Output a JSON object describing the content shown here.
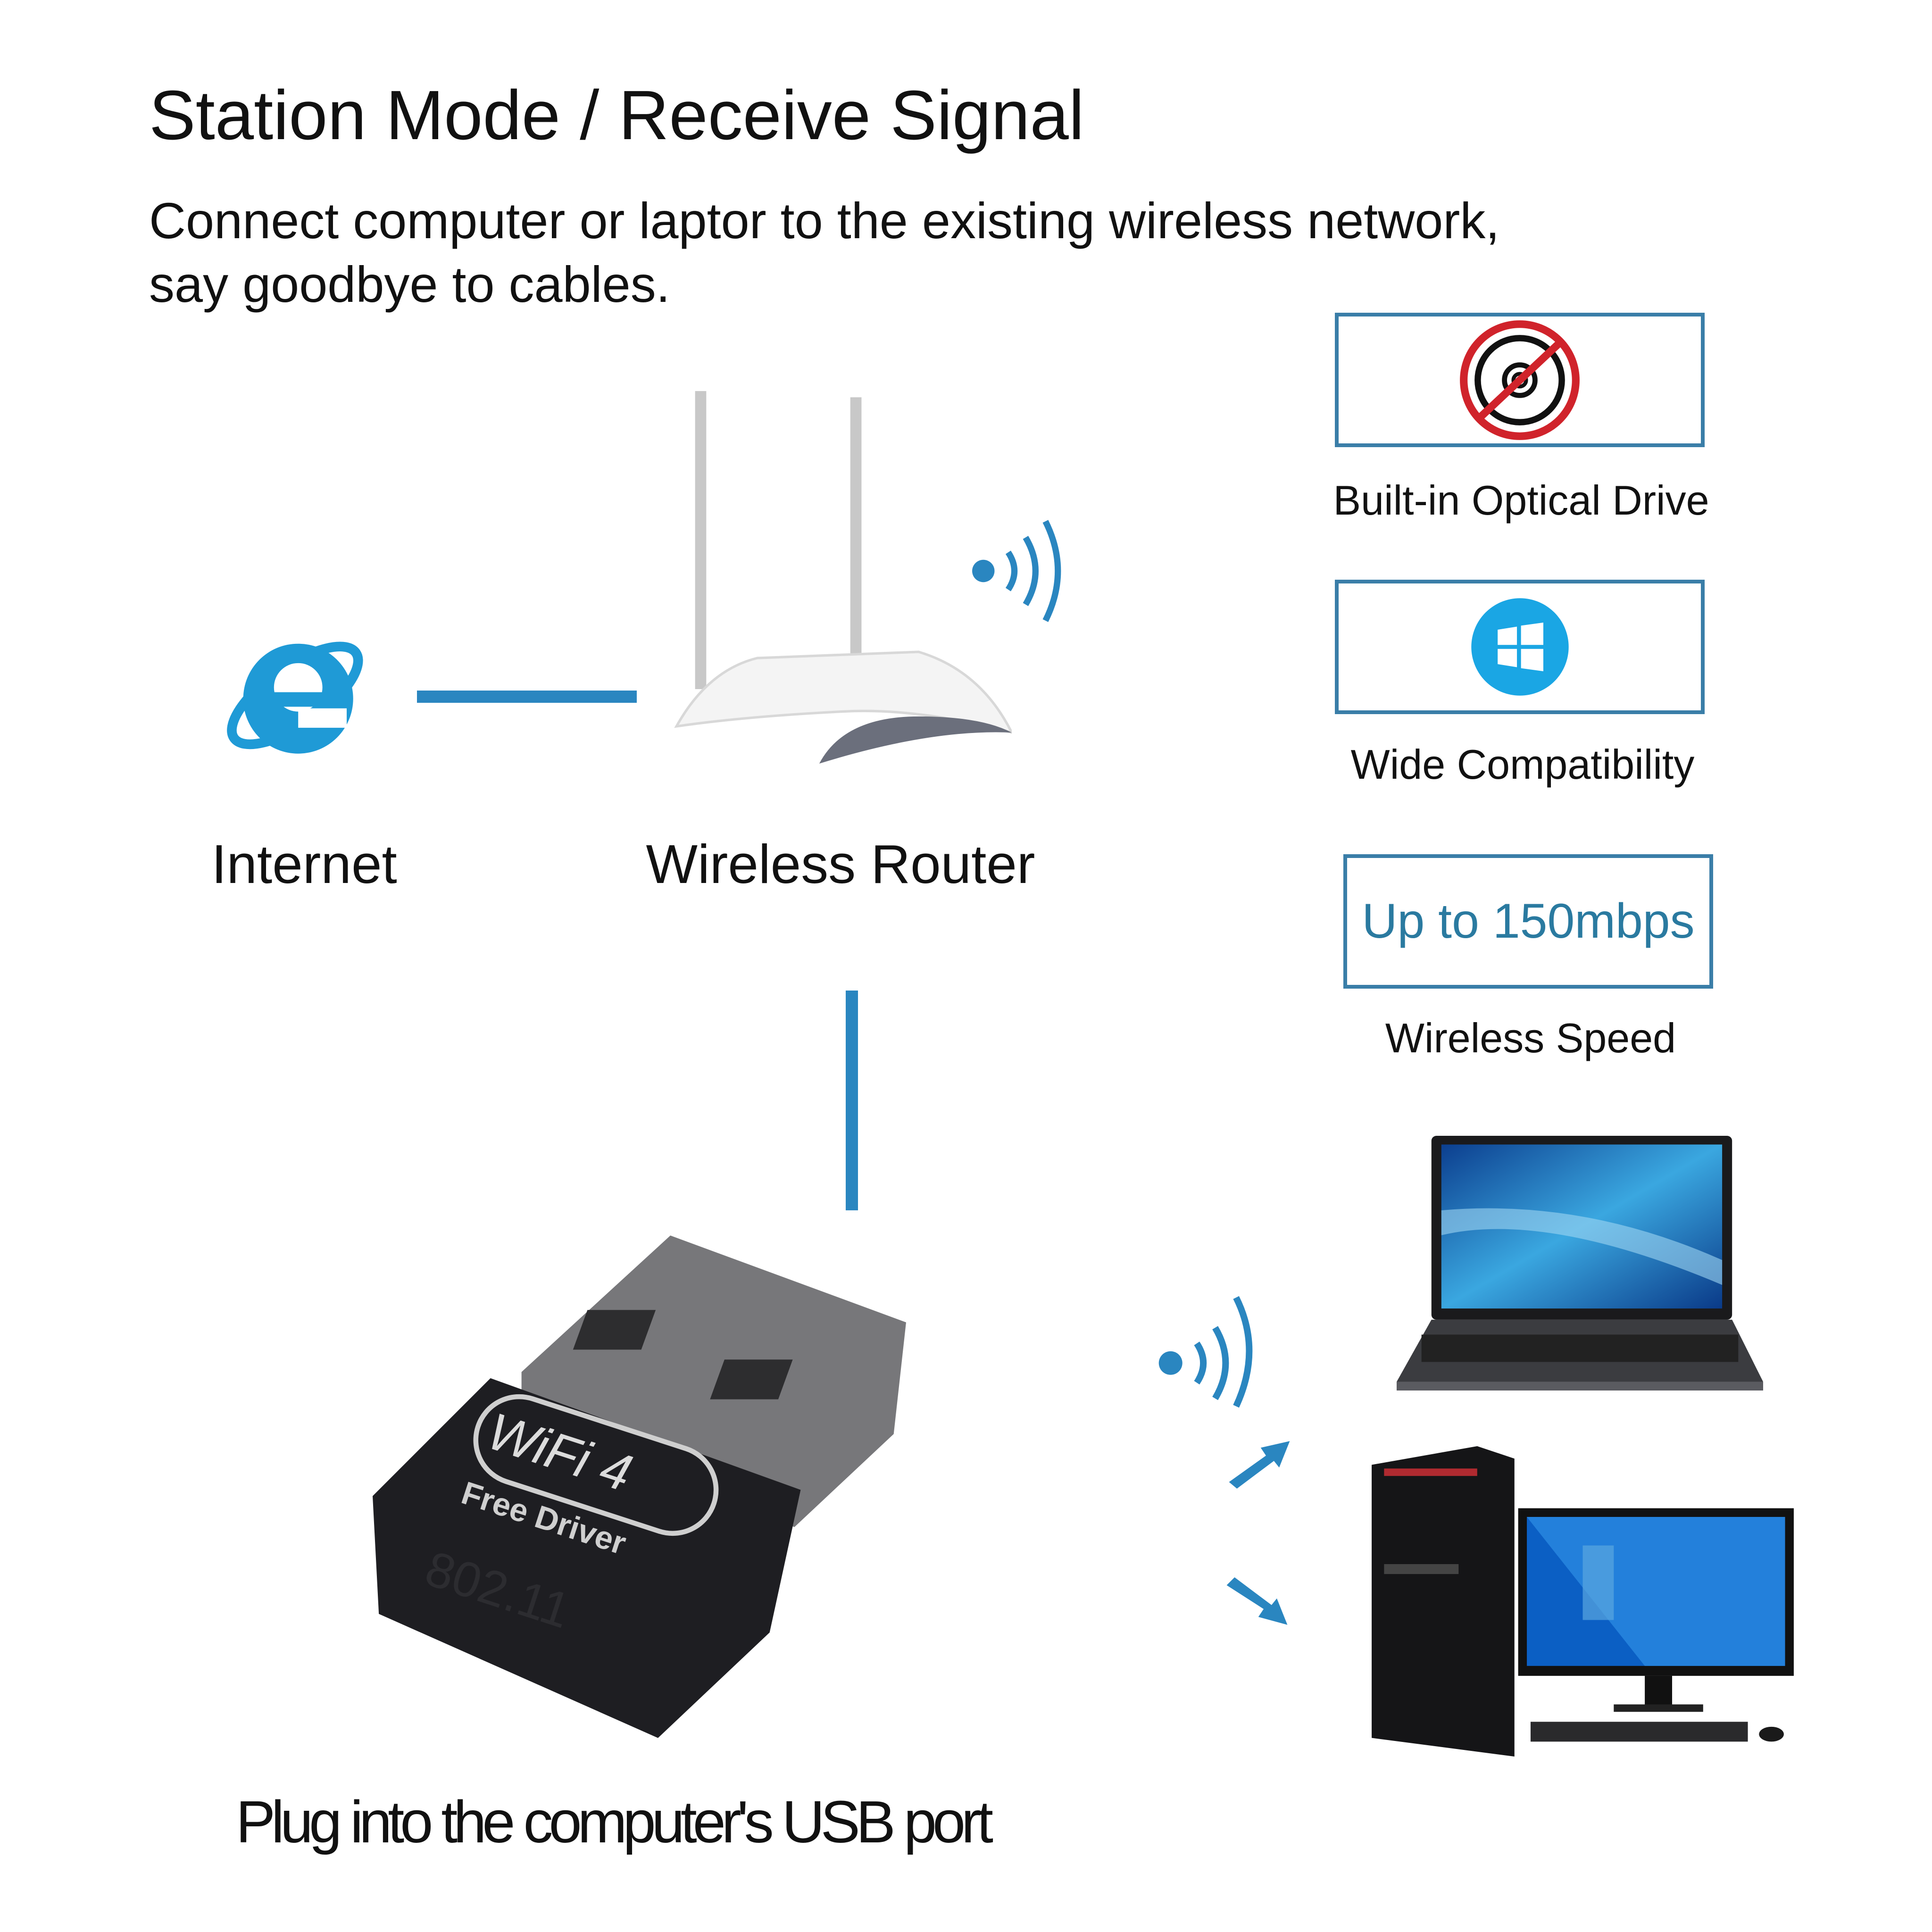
{
  "header": {
    "title": "Station Mode / Receive Signal",
    "subtitle_line1": "Connect computer or laptor to the existing wireless network,",
    "subtitle_line2": "say goodbye to cables."
  },
  "features": [
    {
      "icon": "no-optical-drive-icon",
      "label": "Built-in Optical Drive"
    },
    {
      "icon": "windows-icon",
      "label": "Wide Compatibility"
    },
    {
      "box_text": "Up to 150mbps",
      "label": "Wireless Speed"
    }
  ],
  "diagram": {
    "internet_label": "Internet",
    "router_label": "Wireless Router",
    "dongle_logo_text": "WiFi 4",
    "dongle_sub_text": "Free Driver",
    "dongle_model_text": "802.11"
  },
  "footer": {
    "caption": "Plug into the computer's USB port"
  },
  "colors": {
    "accent": "#2a86c0",
    "box_border": "#3a7ea8",
    "no_sign": "#d0232b",
    "windows": "#1aa6e4"
  }
}
